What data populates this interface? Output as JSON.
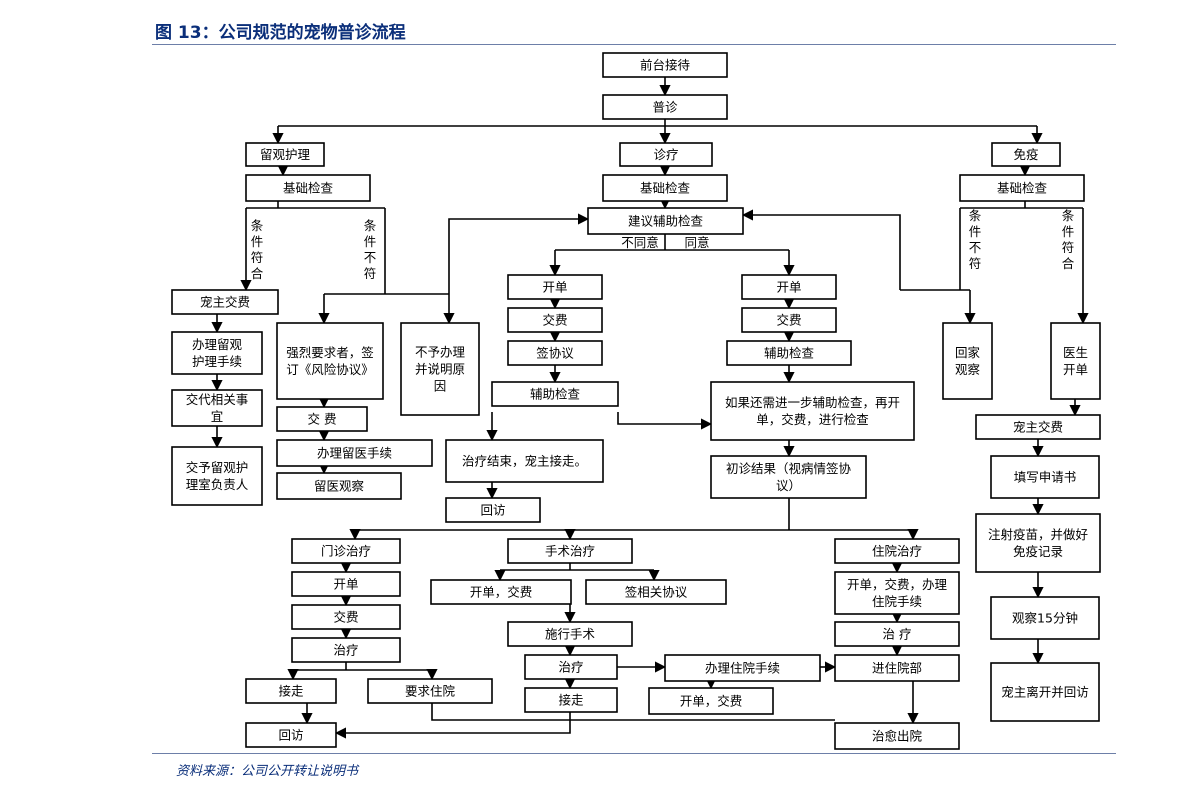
{
  "title": "图 13：公司规范的宠物普诊流程",
  "source": "资料来源：公司公开转让说明书",
  "nodes": {
    "n_qiantai": "前台接待",
    "n_puzhen": "普诊",
    "n_liuguan": "留观护理",
    "n_zhenliao": "诊疗",
    "n_mianyi": "免疫",
    "n_jc1": "基础检查",
    "n_jc2": "基础检查",
    "n_jc3": "基础检查",
    "n_jianyi": "建议辅助检查",
    "n_chongzhu1": "宠主交费",
    "n_banli": [
      "办理留观",
      "护理手续"
    ],
    "n_jiaodai": [
      "交代相关事",
      "宜"
    ],
    "n_jiaozi": [
      "交予留观护",
      "理室负责人"
    ],
    "n_qianglie": [
      "强烈要求者，签",
      "订《风险协议》"
    ],
    "n_jiaofei_a": "交 费",
    "n_banliu": "办理留医手续",
    "n_liuyi": "留医观察",
    "n_buyu": [
      "不予办理",
      "并说明原",
      "因"
    ],
    "n_kaidan1": "开单",
    "n_jiaofei1": "交费",
    "n_qianxie": "签协议",
    "n_fuzhu1": "辅助检查",
    "n_kaidan2": "开单",
    "n_jiaofei2": "交费",
    "n_fuzhu2": "辅助检查",
    "n_ruguo": [
      "如果还需进一步辅助检查，再开",
      "单，交费，进行检查"
    ],
    "n_zhiliao_end": "治疗结束，宠主接走。",
    "n_huifang1": "回访",
    "n_chuzhen": [
      "初诊结果（视病情签协",
      "议）"
    ],
    "n_huijia": [
      "回家",
      "观察"
    ],
    "n_yisheng": [
      "医生",
      "开单"
    ],
    "n_chongzhu2": "宠主交费",
    "n_tianxie": "填写申请书",
    "n_zhushe": [
      "注射疫苗，并做好",
      "免疫记录"
    ],
    "n_guancha": "观察15分钟",
    "n_likai": "宠主离开并回访",
    "n_menzhen": "门诊治疗",
    "n_kaidan3": "开单",
    "n_jiaofei3": "交费",
    "n_zhiliao3": "治疗",
    "n_jiezou1": "接走",
    "n_yaoqiu": "要求住院",
    "n_huifang2": "回访",
    "n_shoushu": "手术治疗",
    "n_kaidan_jf": "开单，交费",
    "n_qianxiang": "签相关协议",
    "n_shixing": "施行手术",
    "n_zhiliao4": "治疗",
    "n_jiezou2": "接走",
    "n_banzhuyuan": "办理住院手续",
    "n_kaidan_jf2": "开单，交费",
    "n_zhuyuan": "住院治疗",
    "n_kaidan_ban": [
      "开单，交费，办理",
      "住院手续"
    ],
    "n_zhiliao5": "治  疗",
    "n_jinzhuyuan": "进住院部",
    "n_zhiyu": "治愈出院"
  },
  "edge_labels": {
    "tiaojian_fuhe_1": "条件符合",
    "tiaojian_bufu_1": "条件不符",
    "tiaojian_bufu_2": "条件不符",
    "tiaojian_fuhe_2": "条件符合",
    "bu_tongyi": "不同意",
    "tongyi": "同意"
  }
}
